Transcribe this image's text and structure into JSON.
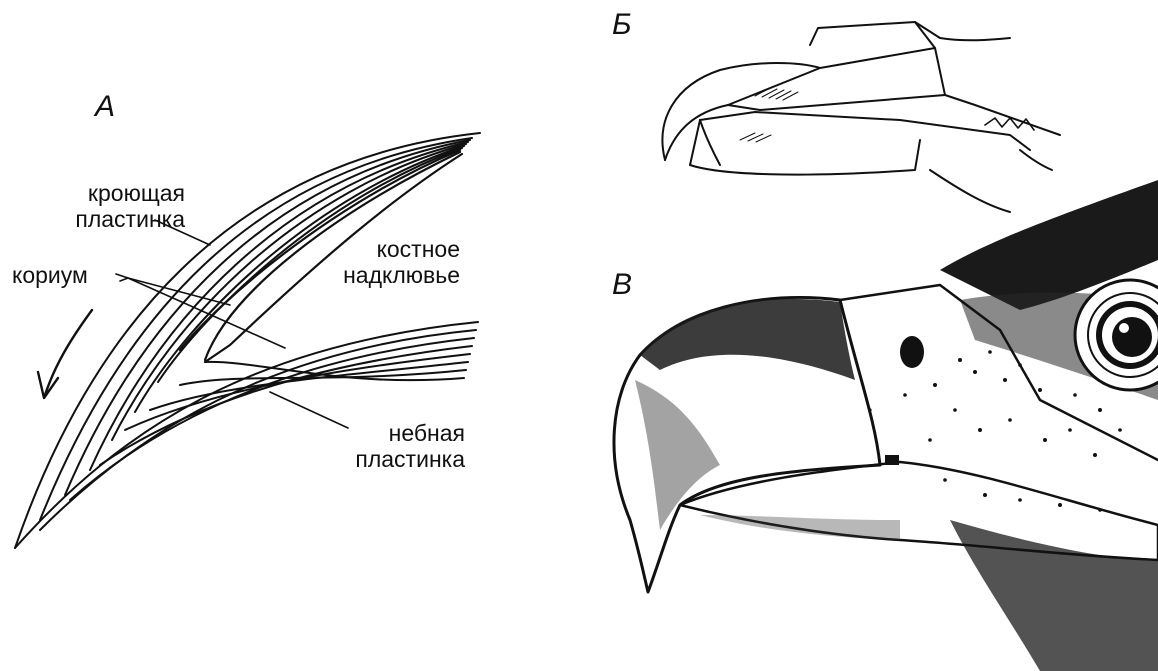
{
  "panels": {
    "a": "А",
    "b": "Б",
    "v": "В"
  },
  "labels": {
    "covering_plate_1": "кроющая",
    "covering_plate_2": "пластинка",
    "corium": "кориум",
    "bony_maxilla_1": "костное",
    "bony_maxilla_2": "надклювье",
    "palatal_plate_1": "небная",
    "palatal_plate_2": "пластинка"
  },
  "colors": {
    "ink": "#111111",
    "paper": "#ffffff"
  }
}
